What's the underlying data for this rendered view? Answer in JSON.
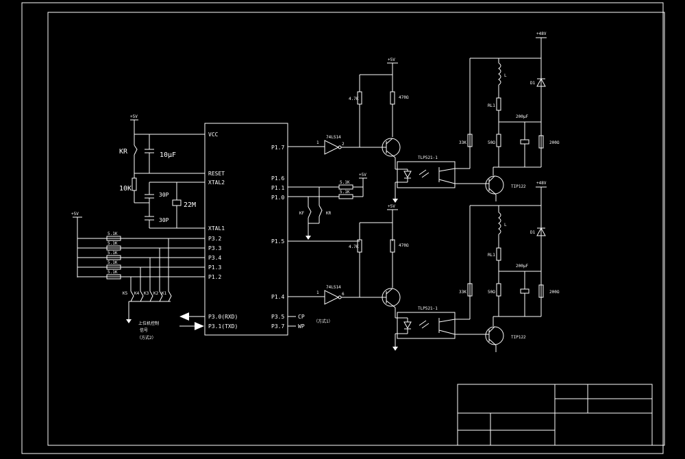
{
  "mcu": {
    "pins_left": [
      "VCC",
      "RESET",
      "XTAL2",
      "XTAL1",
      "P3.2",
      "P3.3",
      "P3.4",
      "P1.3",
      "P1.2",
      "P3.0(RXD)",
      "P3.1(TXD)"
    ],
    "pins_right": [
      "P1.7",
      "P1.6",
      "P1.1",
      "P1.0",
      "P1.5",
      "P1.4",
      "P3.5",
      "P3.7"
    ],
    "pins_right_ext": [
      "CP",
      "WP"
    ]
  },
  "supply": {
    "plus5v": "+5V",
    "plus48v": "+48V"
  },
  "components": {
    "kr": "KR",
    "cap_10u": "10μF",
    "res_10k": "10K",
    "cap_30p_a": "30P",
    "cap_30p_b": "30P",
    "crystal": "22M",
    "r_5k1": "5.1K",
    "r_5k1_b": "5.1K",
    "r_4k7": "4.7K",
    "r_470": "470Ω",
    "buffer": "74LS14",
    "optocoupler": "TLP521-1",
    "r_33k": "33K",
    "r_50": "50Ω",
    "r_200": "200Ω",
    "cap_200u": "200μF",
    "r_l1": "RL1",
    "inductor": "L",
    "diode": "D1",
    "tip_a": "TIP122",
    "tip_b": "TIP122",
    "kf": "KF",
    "kr2": "KR",
    "keys": [
      "K5",
      "K4",
      "K3",
      "K2",
      "K1"
    ]
  },
  "notes": {
    "host_signal_line1": "上位机控制",
    "host_signal_line2": "信号",
    "host_mode": "（方式2）",
    "mode1": "（方式1）"
  }
}
